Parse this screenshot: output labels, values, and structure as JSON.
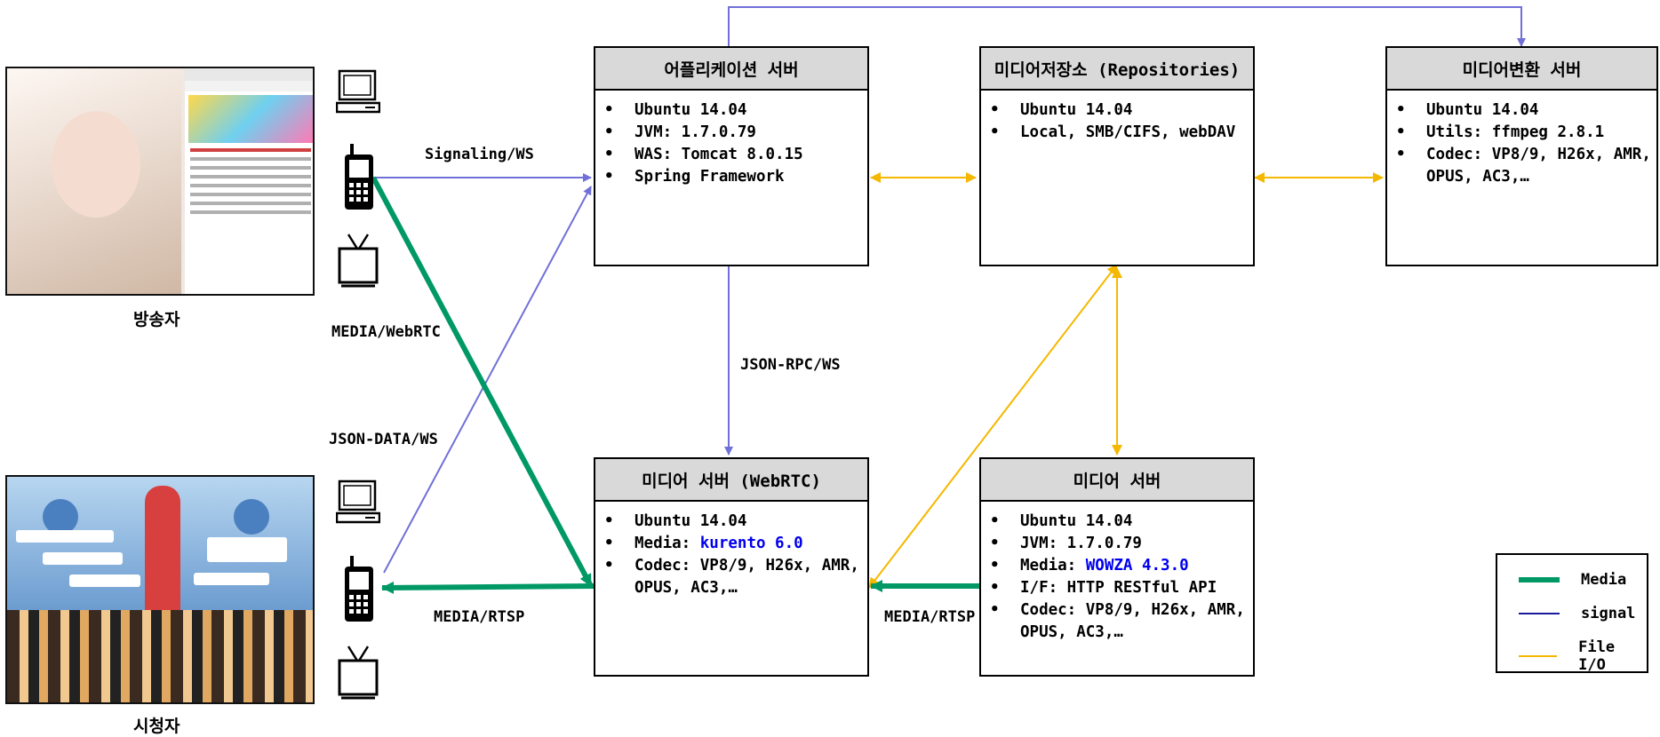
{
  "boxes": {
    "app_server": {
      "title": "어플리케이션 서버",
      "items": [
        "Ubuntu 14.04",
        "JVM: 1.7.0.79",
        "WAS: Tomcat 8.0.15",
        "Spring Framework"
      ]
    },
    "repository": {
      "title": "미디어저장소 (Repositories)",
      "items": [
        "Ubuntu 14.04",
        "Local, SMB/CIFS, webDAV"
      ]
    },
    "transcoder": {
      "title": "미디어변환 서버",
      "items": [
        "Ubuntu 14.04",
        "Utils: ffmpeg 2.8.1",
        "Codec: VP8/9, H26x, AMR,",
        "OPUS, AC3,…"
      ]
    },
    "webrtc_server": {
      "title": "미디어 서버 (WebRTC)",
      "item1": "Ubuntu 14.04",
      "item2_prefix": "Media: ",
      "item2_highlight": "kurento 6.0",
      "item3": "Codec: VP8/9, H26x, AMR,",
      "item3b": "OPUS, AC3,…"
    },
    "media_server": {
      "title": "미디어 서버",
      "item1": "Ubuntu 14.04",
      "item2": "JVM: 1.7.0.79",
      "item3_prefix": "Media: ",
      "item3_highlight": "WOWZA 4.3.0",
      "item4": "I/F: HTTP RESTful API",
      "item5": "Codec: VP8/9, H26x, AMR,",
      "item5b": "OPUS, AC3,…"
    }
  },
  "labels": {
    "signaling": "Signaling/WS",
    "media_webrtc": "MEDIA/WebRTC",
    "json_data": "JSON-DATA/WS",
    "json_rpc": "JSON-RPC/WS",
    "media_rtsp_left": "MEDIA/RTSP",
    "media_rtsp_right": "MEDIA/RTSP"
  },
  "captions": {
    "broadcaster": "방송자",
    "viewer": "시청자"
  },
  "legend": [
    {
      "label": "Media",
      "color": "#009966"
    },
    {
      "label": "signal",
      "color": "#1a1aa0"
    },
    {
      "label": "File I/O",
      "color": "#f5b800"
    }
  ],
  "colors": {
    "media": "#009966",
    "signal": "#7070d8",
    "file_io": "#f5b800",
    "highlight": "#0000ee"
  },
  "icons": [
    "computer-icon",
    "mobile-phone-icon",
    "tv-icon"
  ]
}
